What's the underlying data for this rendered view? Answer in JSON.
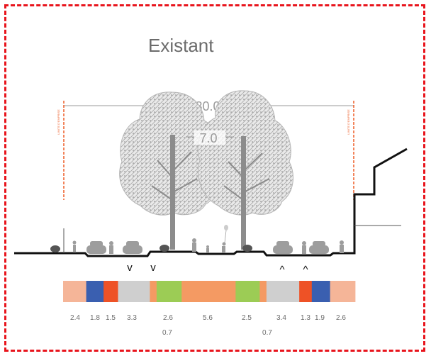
{
  "title": "Existant",
  "dimensions": {
    "total_width": "30.0",
    "tree_height": "7.0"
  },
  "limit_label": "LIMITE D'EMPRISE",
  "direction_arrows": [
    "v",
    "v",
    "^",
    "^"
  ],
  "colors": {
    "frame": "#e8141c",
    "sidewalk": "#f5b598",
    "parking": "#3a5fb0",
    "bike": "#ee5226",
    "travel_lane": "#cfcfcf",
    "planting": "#9ccc55",
    "median": "#f49a63",
    "ground": "#111111",
    "limit_line": "#ee6633"
  },
  "segments": [
    {
      "kind": "sidewalk",
      "width": 2.4
    },
    {
      "kind": "parking",
      "width": 1.8
    },
    {
      "kind": "bike",
      "width": 1.5
    },
    {
      "kind": "travel_lane",
      "width": 3.3
    },
    {
      "kind": "median",
      "width": 0.7
    },
    {
      "kind": "planting",
      "width": 2.6
    },
    {
      "kind": "median",
      "width": 5.6
    },
    {
      "kind": "planting",
      "width": 2.5
    },
    {
      "kind": "median",
      "width": 0.7
    },
    {
      "kind": "travel_lane",
      "width": 3.4
    },
    {
      "kind": "bike",
      "width": 1.3
    },
    {
      "kind": "parking",
      "width": 1.9
    },
    {
      "kind": "sidewalk",
      "width": 2.6
    }
  ],
  "width_labels_top": [
    "2.4",
    "1.8",
    "1.5",
    "3.3",
    "2.6",
    "5.6",
    "2.5",
    "3.4",
    "1.3",
    "1.9",
    "2.6"
  ],
  "width_labels_bottom": [
    "0.7",
    "0.7"
  ]
}
